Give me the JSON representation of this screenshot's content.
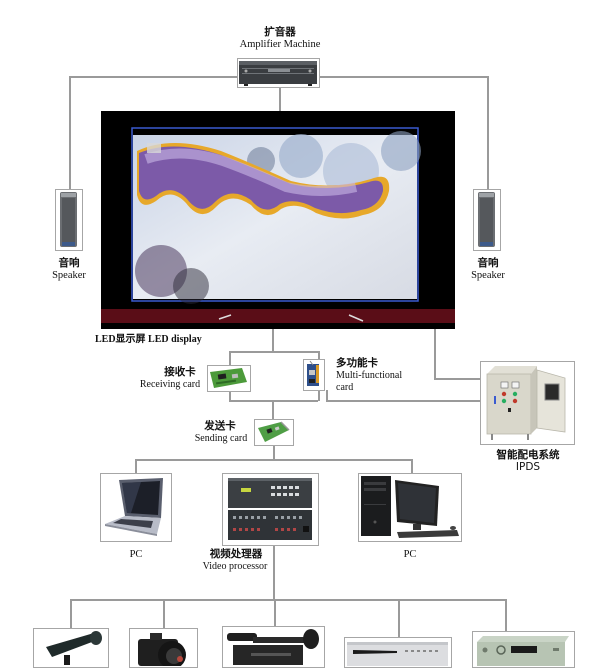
{
  "amplifier": {
    "label_zh": "扩音器",
    "label_en": "Amplifier Machine",
    "icon": "amplifier-icon"
  },
  "speaker_left": {
    "label_zh": "音响",
    "label_en": "Speaker",
    "icon": "speaker-icon"
  },
  "speaker_right": {
    "label_zh": "音响",
    "label_en": "Speaker",
    "icon": "speaker-icon"
  },
  "led_display": {
    "label": "LED显示屏 LED display",
    "icon": "led-display-icon"
  },
  "receiving_card": {
    "label_zh": "接收卡",
    "label_en": "Receiving card",
    "icon": "circuit-card-icon"
  },
  "multi_card": {
    "label_zh": "多功能卡",
    "label_en_1": "Multi-functional",
    "label_en_2": "card",
    "icon": "multi-function-card-icon"
  },
  "ipds": {
    "label_zh": "智能配电系统",
    "label_en": "IPDS",
    "icon": "power-cabinet-icon"
  },
  "sending_card": {
    "label_zh": "发送卡",
    "label_en": "Sending card",
    "icon": "circuit-card-icon"
  },
  "pc_laptop": {
    "label": "PC",
    "icon": "laptop-icon"
  },
  "video_processor": {
    "label_zh": "视频处理器",
    "label_en": "Video processor",
    "icon": "video-processor-icon"
  },
  "pc_desktop": {
    "label": "PC",
    "icon": "desktop-pc-icon"
  },
  "sources": [
    {
      "icon": "security-camera-icon"
    },
    {
      "icon": "dslr-camera-icon"
    },
    {
      "icon": "camcorder-icon"
    },
    {
      "icon": "dvd-player-icon"
    },
    {
      "icon": "set-top-box-icon"
    }
  ],
  "colors": {
    "connector": "#9a9a9a",
    "frame": "#a6a6a6",
    "screen_bg": "#000000",
    "screen_border": "#3a5bd0"
  }
}
